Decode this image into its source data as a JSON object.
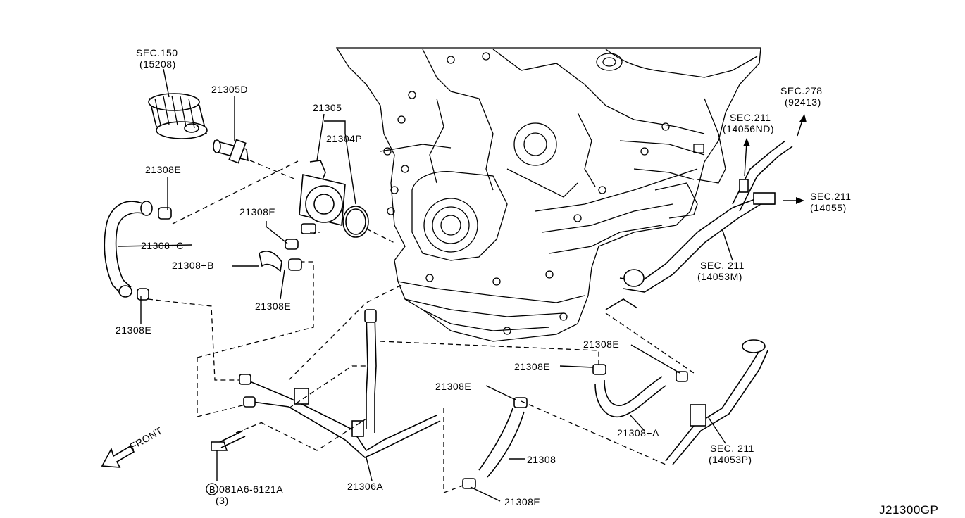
{
  "diagram_id": "J21300GP",
  "front_label": "FRONT",
  "labels": {
    "sec150": "SEC.150",
    "sec150_sub": "(15208)",
    "p21305D": "21305D",
    "p21305": "21305",
    "p21304P": "21304P",
    "p21308E_a": "21308E",
    "p21308C": "21308+C",
    "p21308E_b": "21308E",
    "p21308B": "21308+B",
    "p21308E_c": "21308E",
    "p21308E_d": "21308E",
    "bolt": "081A6-6121A",
    "bolt_qty": "(3)",
    "bolt_mark": "B",
    "p21306A": "21306A",
    "p21308E_e": "21308E",
    "p21308E_f": "21308E",
    "p21308": "21308",
    "p21308E_g": "21308E",
    "p21308E_h": "21308E",
    "p21308A": "21308+A",
    "sec211_53P": "SEC. 211",
    "sec211_53P_sub": "(14053P)",
    "sec211_53M": "SEC. 211",
    "sec211_53M_sub": "(14053M)",
    "sec211_55": "SEC.211",
    "sec211_55_sub": "(14055)",
    "sec211_56": "SEC.211",
    "sec211_56_sub": "(14056ND)",
    "sec278": "SEC.278",
    "sec278_sub": "(92413)"
  }
}
